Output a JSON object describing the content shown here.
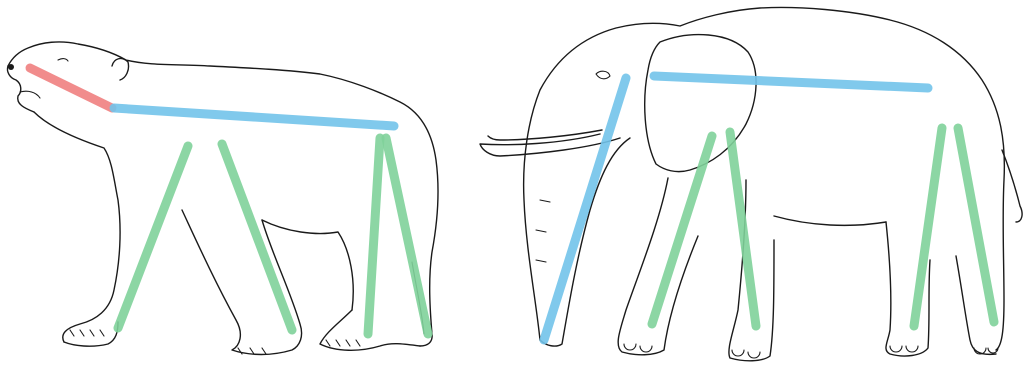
{
  "colors": {
    "head_segment": "#ef8080",
    "spine_segment": "#72c3ea",
    "leg_segment": "#7fd19a",
    "outline": "#1a1a1a",
    "background": "#ffffff"
  },
  "figures": [
    {
      "name": "polar-bear",
      "segments": [
        "head",
        "spine",
        "front-leg-1",
        "front-leg-2",
        "hind-leg-1",
        "hind-leg-2"
      ]
    },
    {
      "name": "elephant",
      "segments": [
        "trunk",
        "spine",
        "front-leg-1",
        "front-leg-2",
        "hind-leg-1",
        "hind-leg-2"
      ]
    }
  ]
}
